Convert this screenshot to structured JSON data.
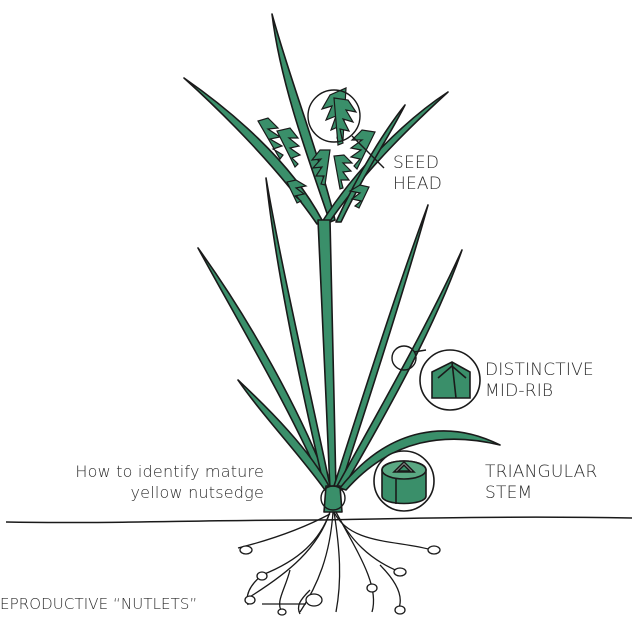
{
  "caption": {
    "line1": "How to identify mature",
    "line2": "yellow nutsedge"
  },
  "labels": {
    "seed_head": {
      "line1": "SEED",
      "line2": "HEAD"
    },
    "mid_rib": {
      "line1": "DISTINCTIVE",
      "line2": "MID-RIB"
    },
    "stem": {
      "line1": "TRIANGULAR",
      "line2": "STEM"
    },
    "nutlets": "EPRODUCTIVE “NUTLETS”"
  },
  "colors": {
    "leaf": "#3a8f6a",
    "leaf_outline": "#1a1a1a",
    "roots": "#1a1a1a",
    "background": "#ffffff"
  }
}
